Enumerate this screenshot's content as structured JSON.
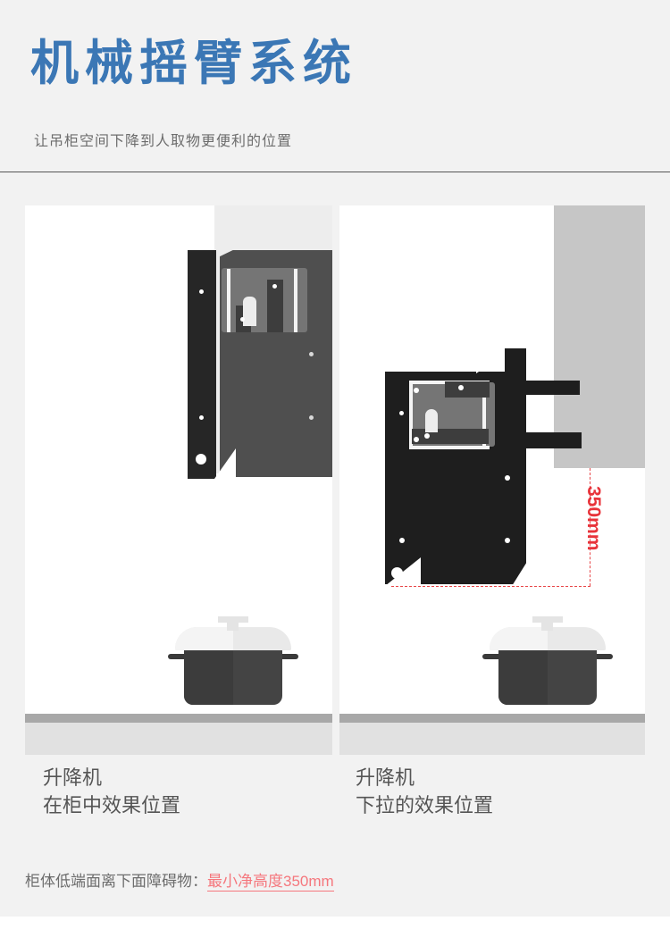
{
  "header": {
    "title": "机械摇臂系统",
    "subtitle": "让吊柜空间下降到人取物更便利的位置",
    "title_color": "#3b77b5",
    "subtitle_color": "#6d6d6d"
  },
  "panels": [
    {
      "id": "left",
      "caption_line1": "升降机",
      "caption_line2": "在柜中效果位置",
      "state": "retracted"
    },
    {
      "id": "right",
      "caption_line1": "升降机",
      "caption_line2": "下拉的效果位置",
      "state": "extended"
    }
  ],
  "dimension": {
    "label": "350mm",
    "color": "#e8333a",
    "orientation": "vertical"
  },
  "footnote": {
    "prefix": "柜体低端面离下面障碍物：",
    "highlight": "最小净高度350mm",
    "highlight_color": "#f5777d"
  },
  "colors": {
    "page_background": "#f2f2f2",
    "panel_background": "#ffffff",
    "cabinet_block": "#ededed",
    "wall_block": "#c6c6c6",
    "counter_edge": "#a8a8a8",
    "counter_body": "#e1e1e1",
    "mechanism_plate": "#262626",
    "mechanism_body": "#4f4f4f",
    "mechanism_inner": "#757575",
    "pot_body": "#444444",
    "pot_lid": "#e9e9e9"
  }
}
